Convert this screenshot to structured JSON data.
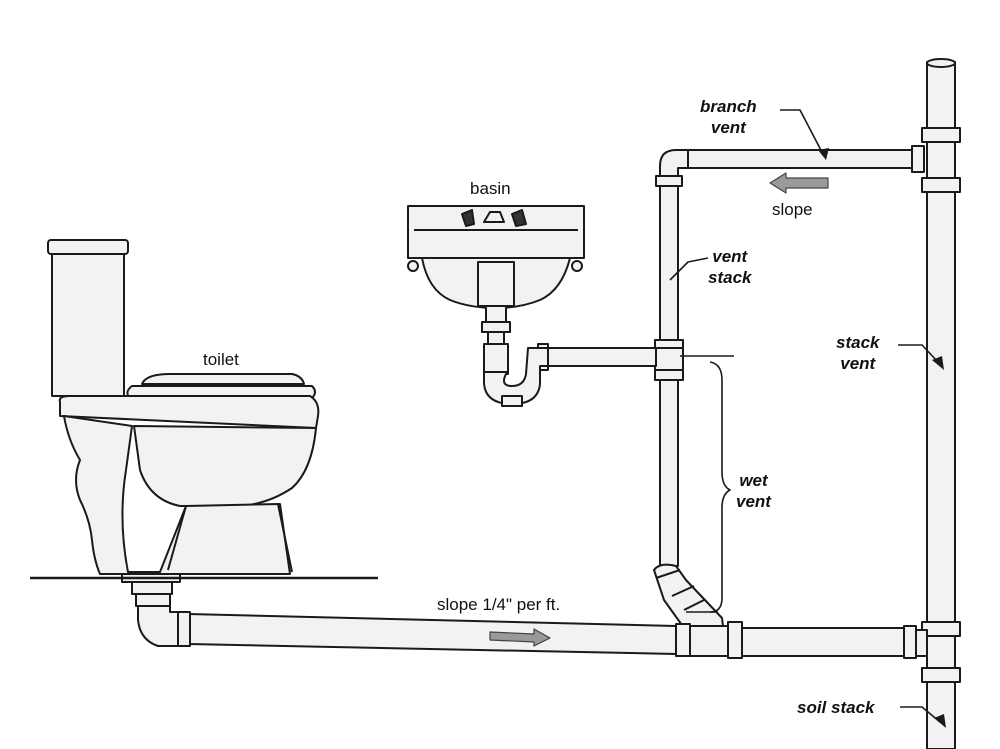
{
  "labels": {
    "toilet": "toilet",
    "basin": "basin",
    "branch_vent": [
      "branch",
      "vent"
    ],
    "vent_stack": [
      "vent",
      "stack"
    ],
    "stack_vent": [
      "stack",
      "vent"
    ],
    "wet_vent": [
      "wet",
      "vent"
    ],
    "soil_stack": "soil stack",
    "slope_top": "slope",
    "slope_bottom": "slope 1/4\" per ft."
  },
  "colors": {
    "line": "#1a1a1a",
    "pipe_fill": "#f2f2f2",
    "arrow_fill": "#9a9a9a"
  }
}
